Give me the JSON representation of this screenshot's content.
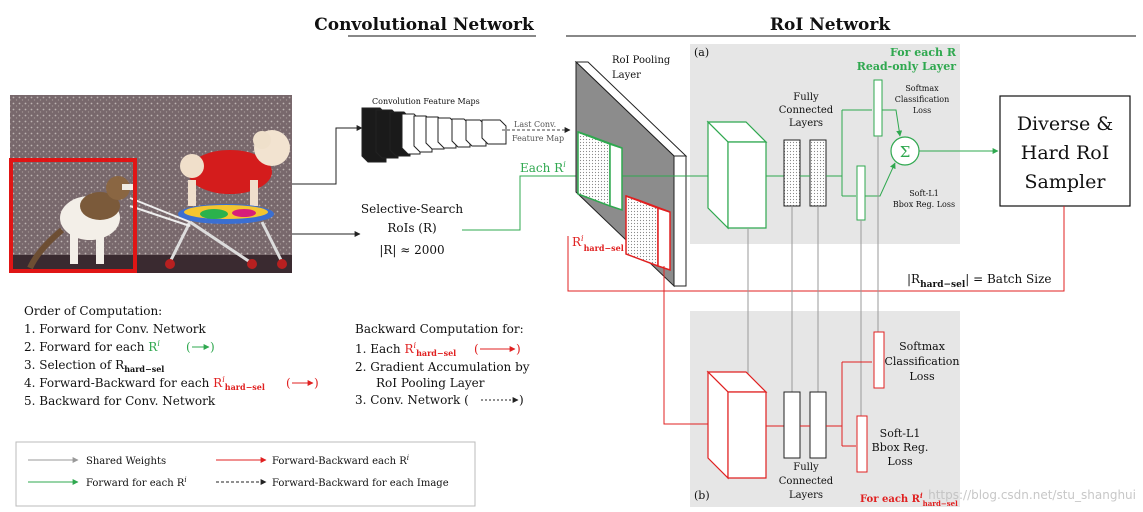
{
  "sections": {
    "conv_title": "Convolutional Network",
    "roi_title": "RoI Network"
  },
  "labels": {
    "conv_feature_maps": "Convolution Feature Maps",
    "last_conv_1": "Last Conv.",
    "last_conv_2": "Feature Map",
    "selective_search_1": "Selective-Search",
    "selective_search_2": "RoIs (R)",
    "r_count": "|R| ≈ 2000",
    "each_r": "Each R",
    "r_hard_sel": "R",
    "hard_sel_sub": "hard−sel",
    "roi_pooling_1": "RoI Pooling",
    "roi_pooling_2": "Layer",
    "batch_size_prefix": "|R",
    "batch_size_suffix": "| = Batch Size",
    "sup_i": "i"
  },
  "panel_a": {
    "tag": "(a)",
    "note_1": "For each R",
    "note_2": "Read-only Layer",
    "fc_1": "Fully",
    "fc_2": "Connected",
    "fc_3": "Layers",
    "softmax_1": "Softmax",
    "softmax_2": "Classification",
    "softmax_3": "Loss",
    "bbox_1": "Soft-L1",
    "bbox_2": "Bbox Reg. Loss",
    "sum_symbol": "Σ"
  },
  "panel_b": {
    "tag": "(b)",
    "note": "For each R",
    "fc_1": "Fully",
    "fc_2": "Connected",
    "fc_3": "Layers",
    "softmax_1": "Softmax",
    "softmax_2": "Classification",
    "softmax_3": "Loss",
    "bbox_1": "Soft-L1",
    "bbox_2": "Bbox Reg.",
    "bbox_3": "Loss"
  },
  "sampler": {
    "line_1": "Diverse &",
    "line_2": "Hard RoI",
    "line_3": "Sampler"
  },
  "order": {
    "title": "Order of Computation:",
    "step_1": "1.  Forward for Conv. Network",
    "step_2": "2.  Forward for each ",
    "step_3": "3.  Selection of R",
    "step_4": "4.  Forward-Backward for each ",
    "step_5": "5.  Backward for Conv. Network"
  },
  "backward": {
    "title": "Backward Computation for:",
    "step_1": "1.  Each ",
    "step_2a": "2.  Gradient Accumulation by",
    "step_2b": "RoI Pooling Layer",
    "step_3": "3.  Conv. Network ("
  },
  "legend": {
    "shared": "Shared Weights",
    "forward": "Forward for each R",
    "fb_each": "Forward-Backward each R",
    "fb_image": "Forward-Backward for each Image"
  },
  "watermark": "https://blog.csdn.net/stu_shanghui",
  "colors": {
    "green": "#2fa84f",
    "red": "#e02020",
    "gray_panel": "#e6e6e6",
    "arrow_gray": "#999999"
  }
}
